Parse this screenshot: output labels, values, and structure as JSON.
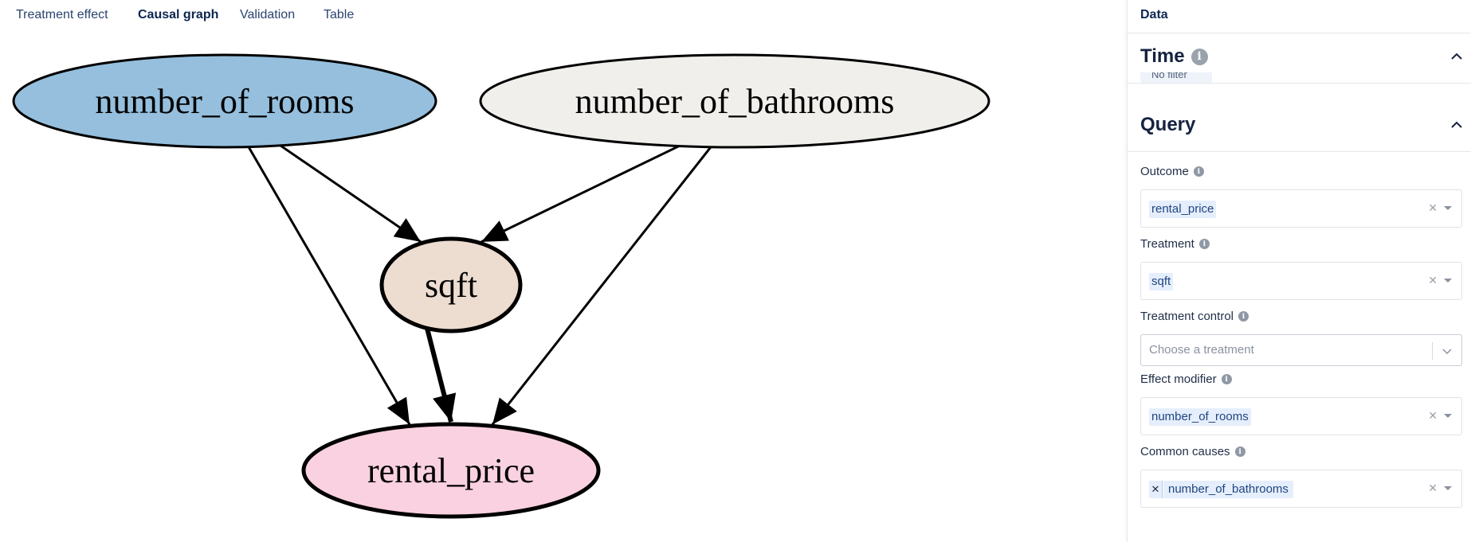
{
  "tabs": [
    "Treatment effect",
    "Causal graph",
    "Validation",
    "Table"
  ],
  "active_tab": "Causal graph",
  "graph": {
    "nodes": [
      {
        "id": "rooms",
        "label": "number_of_rooms",
        "fill": "#95bfdd"
      },
      {
        "id": "bath",
        "label": "number_of_bathrooms",
        "fill": "#f0efeb"
      },
      {
        "id": "sqft",
        "label": "sqft",
        "fill": "#eddcd0"
      },
      {
        "id": "price",
        "label": "rental_price",
        "fill": "#fad1e0"
      }
    ],
    "edges": [
      {
        "from": "rooms",
        "to": "sqft",
        "weight": "normal"
      },
      {
        "from": "rooms",
        "to": "price",
        "weight": "normal"
      },
      {
        "from": "bath",
        "to": "sqft",
        "weight": "normal"
      },
      {
        "from": "bath",
        "to": "price",
        "weight": "normal"
      },
      {
        "from": "sqft",
        "to": "price",
        "weight": "bold"
      }
    ]
  },
  "panel": {
    "title": "Data",
    "time": {
      "title": "Time",
      "filter_text": "No filter"
    },
    "query": {
      "title": "Query",
      "outcome": {
        "label": "Outcome",
        "value": "rental_price"
      },
      "treatment": {
        "label": "Treatment",
        "value": "sqft"
      },
      "treatment_control": {
        "label": "Treatment control",
        "placeholder": "Choose a treatment"
      },
      "effect_modifier": {
        "label": "Effect modifier",
        "value": "number_of_rooms"
      },
      "common_causes": {
        "label": "Common causes",
        "value": "number_of_bathrooms"
      }
    }
  },
  "colors": {
    "accent": "#0e2650",
    "chip_bg": "#e5eefc"
  }
}
